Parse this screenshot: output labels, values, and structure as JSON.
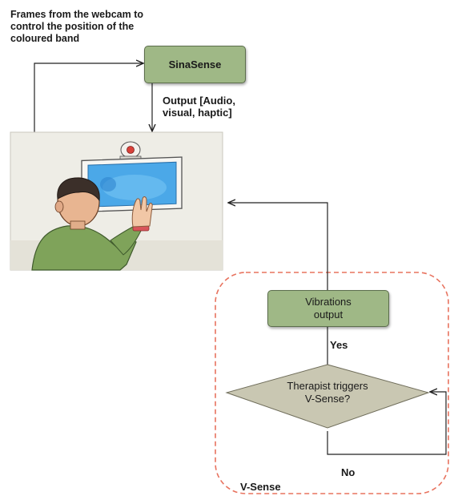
{
  "notes": {
    "webcam": "Frames from the webcam to\ncontrol the position of the\ncoloured band",
    "output": "Output [Audio,\nvisual, haptic]"
  },
  "nodes": {
    "sinasense": "SinaSense",
    "vibrations": "Vibrations\noutput",
    "decision": "Therapist triggers\nV-Sense?"
  },
  "edges": {
    "yes": "Yes",
    "no": "No"
  },
  "group": {
    "label": "V-Sense",
    "border_color": "#e8735f"
  },
  "colors": {
    "process_fill": "#9fb886",
    "decision_fill": "#c9c7b2",
    "screen_blue": "#4ba8e8"
  },
  "illustration": {
    "icon": "child-at-screen-illustration"
  }
}
